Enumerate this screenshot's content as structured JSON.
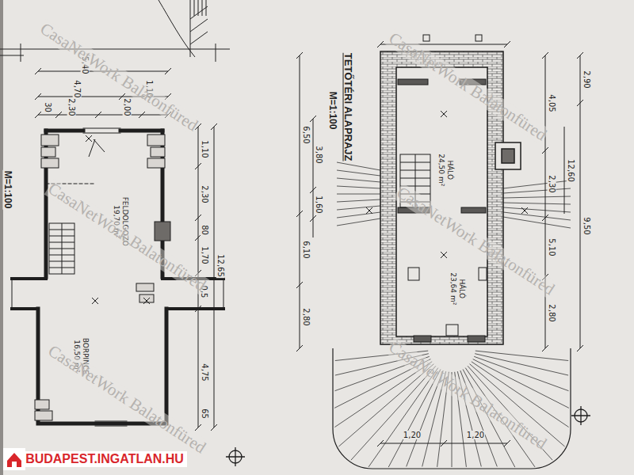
{
  "diagram": {
    "nodes": [
      {
        "text": [
          "FELDOLGOZÓ",
          "19,70 m²"
        ]
      },
      {
        "text": [
          "BORPINCE",
          "16,50 m²"
        ]
      },
      {
        "text": [
          "HÁLÓ",
          "24,50 m²"
        ]
      },
      {
        "text": [
          "HÁLÓ",
          "23,64 m²"
        ]
      }
    ],
    "labels": [
      "M=1:100",
      "5,40",
      "4,70",
      "2,30",
      "2,00",
      "30",
      "1,10",
      "1,10",
      "2,30",
      "80",
      "1,70",
      "0,5",
      "4,75",
      "65",
      "12,65",
      "TETŐTÉRI ALAPRAJZ",
      "M=1:100",
      "6,50",
      "3,80",
      "1,60",
      "6,10",
      "2,80",
      "4,05",
      "2,30",
      "5,10",
      "2,80",
      "2,90",
      "9,50",
      "12,60",
      "1,20",
      "1,20",
      "CasaNetWork Balatonfüred",
      "CasaNetWork Balatonfüred",
      "CasaNetWork Balatonfüred",
      "CasaNetWork Balatonfüred",
      "CasaNetWork Balatonfüred",
      "CasaNetWork Balatonfüred",
      "BUDAPEST.INGATLAN.HU"
    ]
  }
}
